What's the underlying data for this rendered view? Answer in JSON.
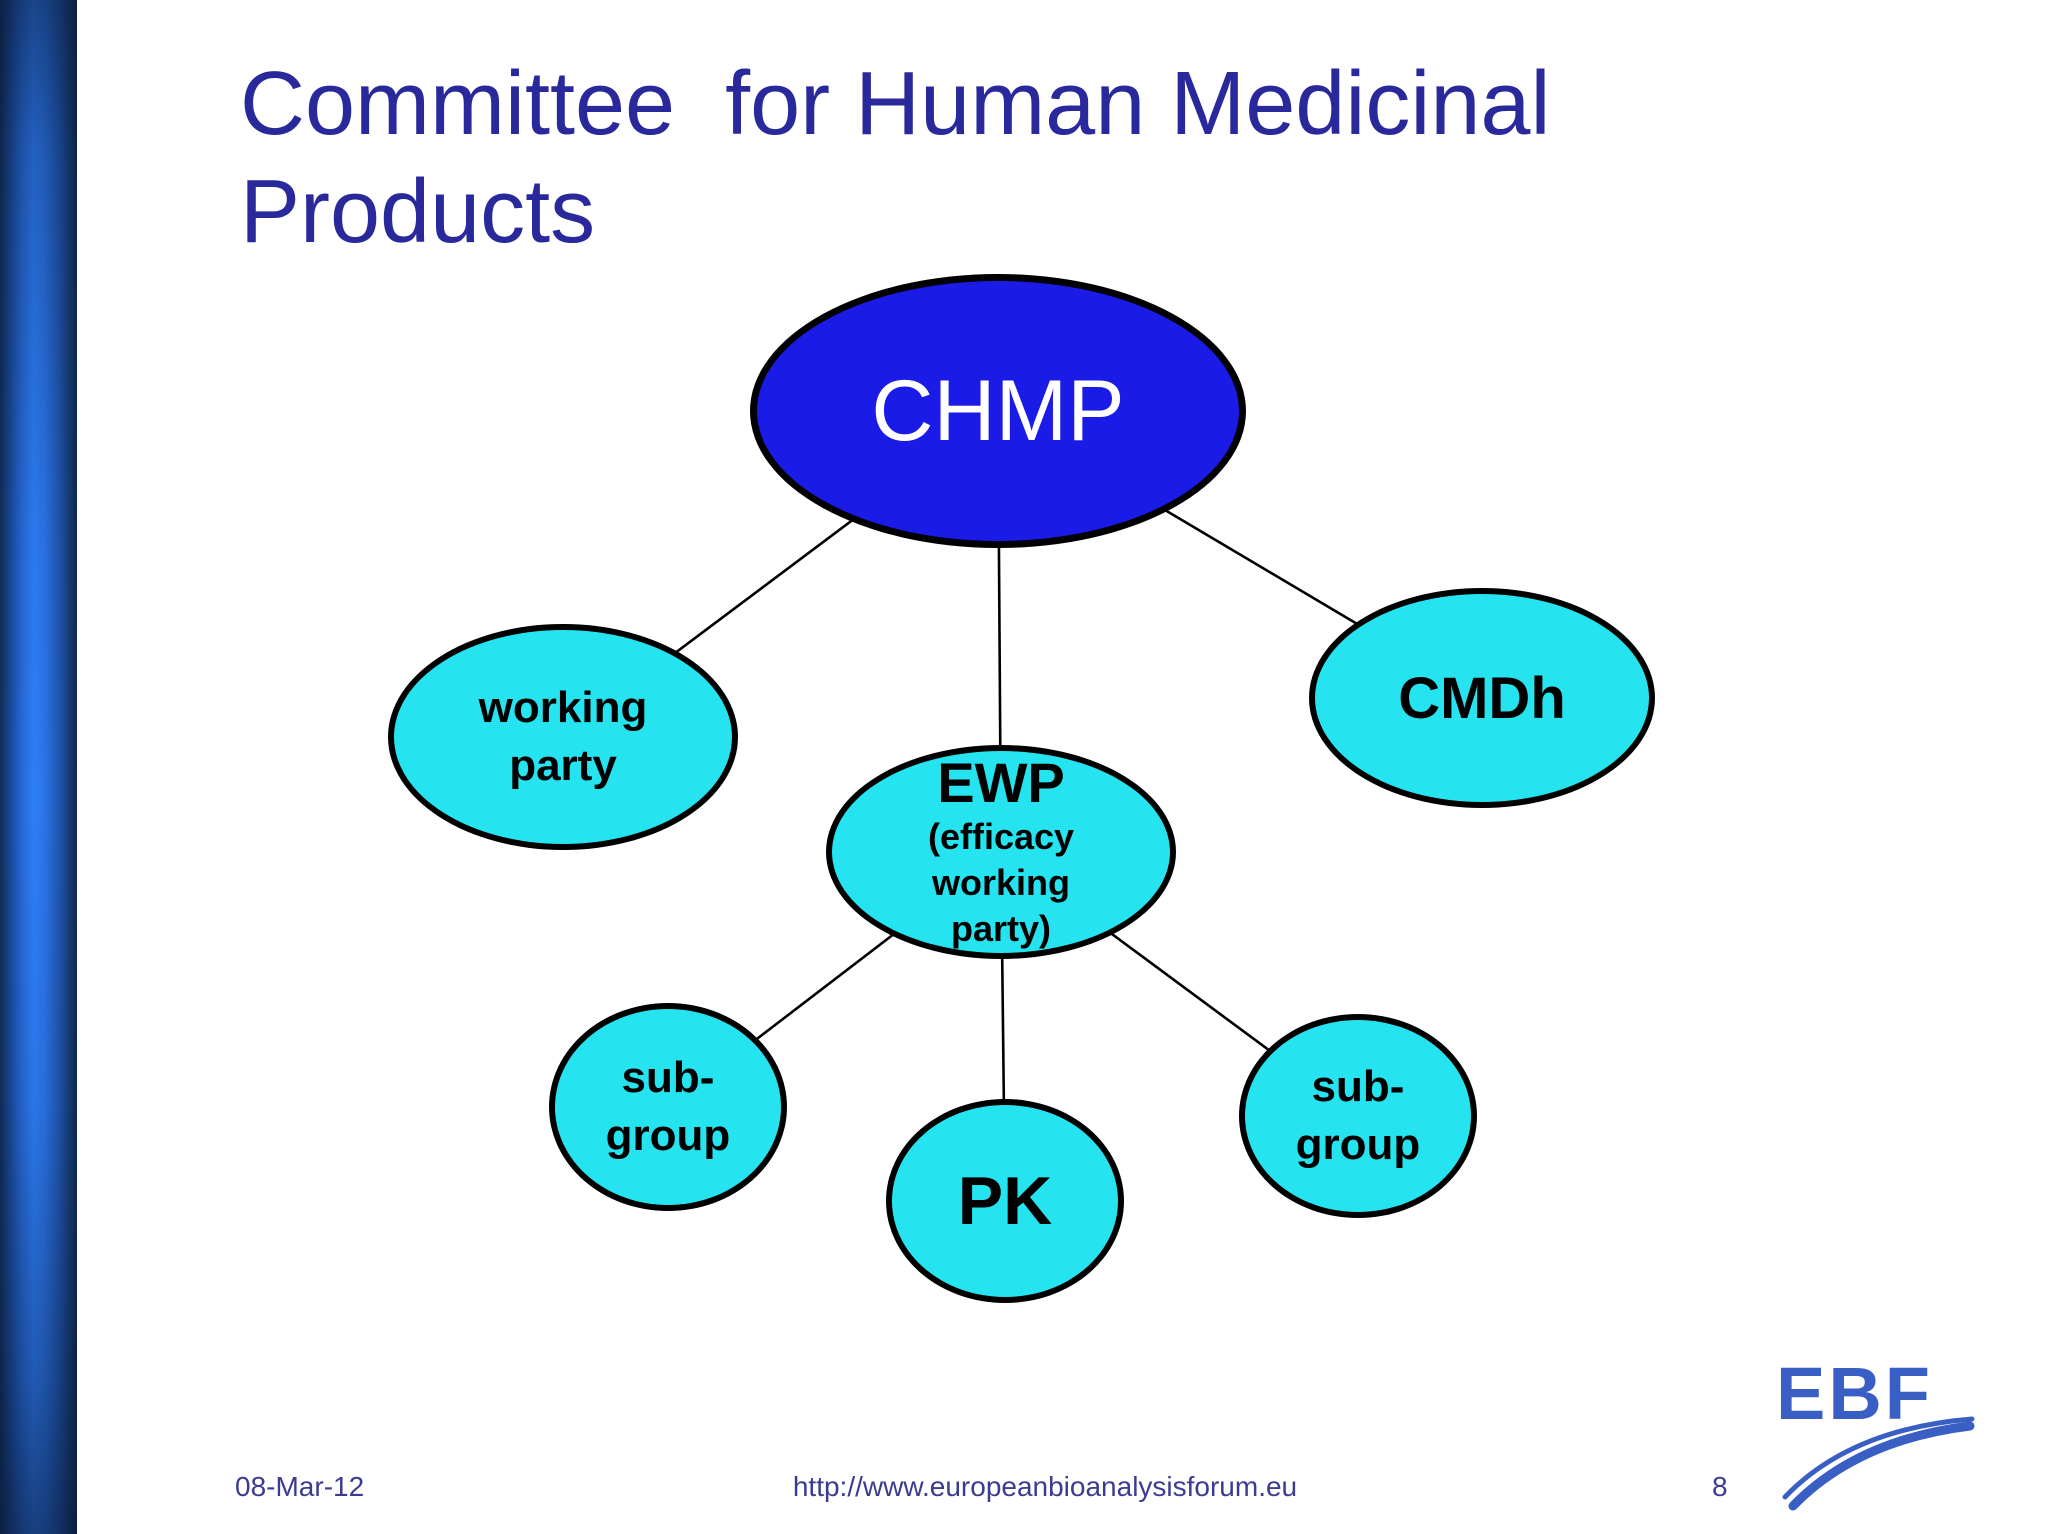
{
  "slide": {
    "title": "Committee  for Human Medicinal Products"
  },
  "diagram": {
    "nodes": {
      "chmp": {
        "label": "CHMP"
      },
      "working_party": {
        "label": "working\nparty"
      },
      "ewp": {
        "label": "EWP",
        "sublabel": "(efficacy\nworking\nparty)"
      },
      "cmdh": {
        "label": "CMDh"
      },
      "subgroup_left": {
        "label": "sub-\ngroup"
      },
      "pk": {
        "label": "PK"
      },
      "subgroup_right": {
        "label": "sub-\ngroup"
      }
    },
    "edges": [
      {
        "from": "chmp",
        "to": "working_party"
      },
      {
        "from": "chmp",
        "to": "ewp"
      },
      {
        "from": "chmp",
        "to": "cmdh"
      },
      {
        "from": "ewp",
        "to": "subgroup_left"
      },
      {
        "from": "ewp",
        "to": "pk"
      },
      {
        "from": "ewp",
        "to": "subgroup_right"
      }
    ]
  },
  "footer": {
    "date": "08-Mar-12",
    "url": "http://www.europeanbioanalysisforum.eu",
    "page_number": "8"
  },
  "logo": {
    "text": "EBF"
  },
  "colors": {
    "title_text": "#29299B",
    "chmp_fill": "#1B1BE8",
    "chmp_text": "#FFFFFF",
    "node_fill": "#25E4EF",
    "node_outline": "#000000",
    "connector_line": "#000000",
    "footer_text": "#3B3B8F",
    "logo_blue": "#3A5FC4",
    "sidebar_bright": "#2E7EF8",
    "sidebar_dark": "#102C55",
    "background": "#FFFFFF"
  }
}
